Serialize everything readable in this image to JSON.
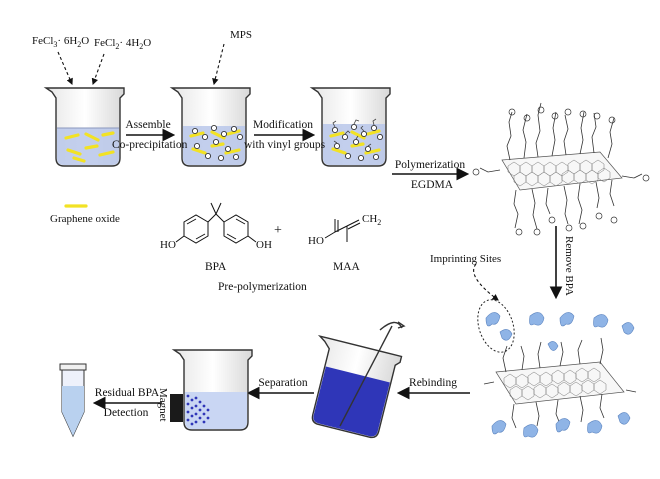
{
  "reagents": {
    "fecl3": "FeCl3· 6H2O",
    "fecl2": "FeCl2· 4H2O",
    "mps": "MPS"
  },
  "steps": {
    "assemble": "Assemble",
    "coprecipitation": "Co-precipitation",
    "modification": "Modification",
    "vinyl_groups": "with vinyl groups",
    "polymerization": "Polymerization",
    "egdma": "EGDMA",
    "remove_bpa": "Remove BPA",
    "rebinding": "Rebinding",
    "separation": "Separation",
    "magnet": "Magnet",
    "residual_bpa": "Residual BPA",
    "detection": "Detection"
  },
  "legend": {
    "graphene_oxide": "Graphene oxide"
  },
  "molecules": {
    "bpa": "BPA",
    "maa": "MAA",
    "plus": "+",
    "ho_left": "HO",
    "oh_right": "OH",
    "ho_maa": "HO",
    "ch2": "CH2",
    "pre_polymerization": "Pre-polymerization"
  },
  "annotations": {
    "imprinting_sites": "Imprinting Sites"
  },
  "colors": {
    "graphene_oxide": "#f2e224",
    "solution": "#b9c7ea",
    "template": "#8fb4e6",
    "dark_solution": "#2f36b8",
    "arrow": "#111111"
  }
}
